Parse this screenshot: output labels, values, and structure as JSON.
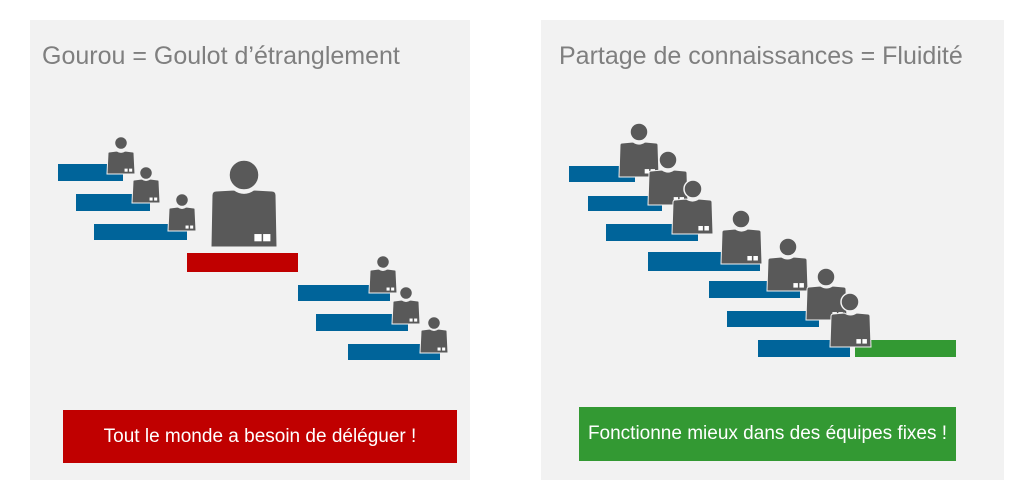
{
  "colors": {
    "panel_bg": "#f2f2f2",
    "step_blue": "#00649a",
    "bottleneck_red": "#c00000",
    "flow_green": "#339933",
    "person_gray": "#595959",
    "title_gray": "#7f7f7f"
  },
  "left": {
    "title": "Gourou = Goulot d’étranglement",
    "banner": "Tout le monde a besoin de déléguer !"
  },
  "right": {
    "title": "Partage de connaissances = Fluidité",
    "banner": "Fonctionne mieux dans des équipes fixes !"
  },
  "icons": {
    "person": "person-icon"
  }
}
